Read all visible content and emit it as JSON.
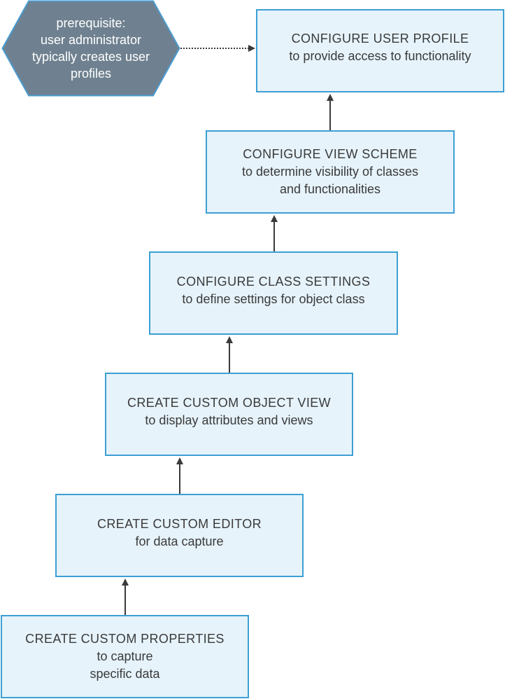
{
  "prerequisite": {
    "text": "prerequisite:\nuser administrator\ntypically creates user\nprofiles"
  },
  "steps": [
    {
      "title": "CONFIGURE USER PROFILE",
      "subtitle": "to provide access to functionality"
    },
    {
      "title": "CONFIGURE VIEW SCHEME",
      "subtitle": "to determine visibility of classes\nand functionalities"
    },
    {
      "title": "CONFIGURE CLASS SETTINGS",
      "subtitle": "to define settings for object class"
    },
    {
      "title": "CREATE CUSTOM OBJECT VIEW",
      "subtitle": "to display attributes and views"
    },
    {
      "title": "CREATE CUSTOM EDITOR",
      "subtitle": "for data capture"
    },
    {
      "title": "CREATE CUSTOM PROPERTIES",
      "subtitle": "to capture\nspecific data"
    }
  ],
  "colors": {
    "box_fill": "#e6f3fb",
    "box_border": "#3d9fd3",
    "hexagon_fill": "#6f8190",
    "hexagon_border": "#4a9bd0",
    "text": "#3a3a3a",
    "arrow": "#3a3a3a"
  }
}
